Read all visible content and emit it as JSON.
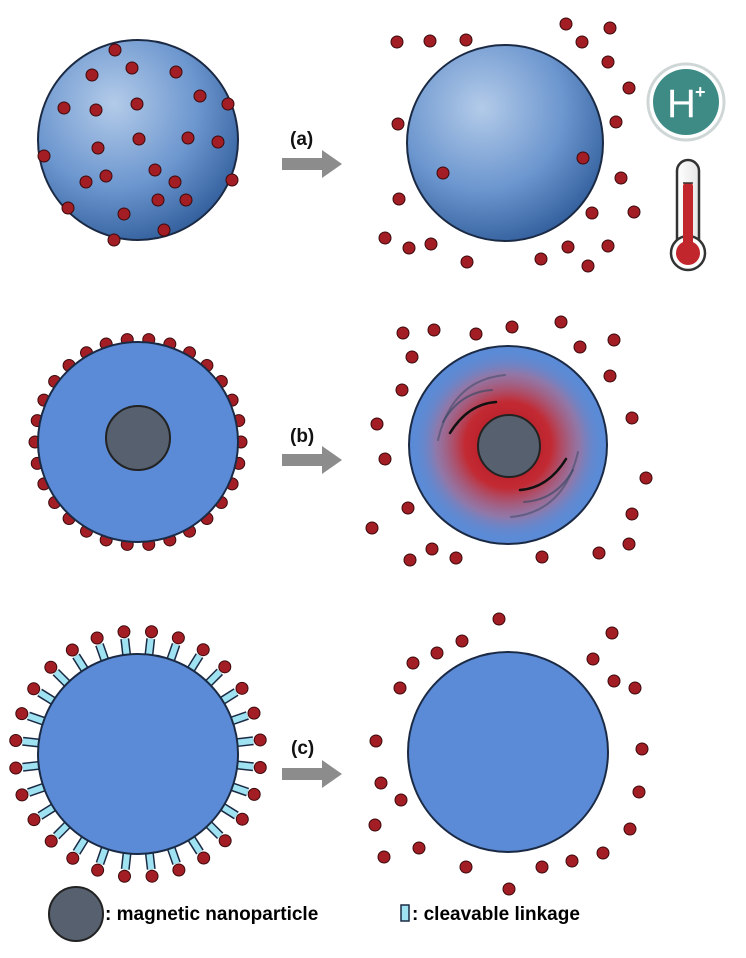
{
  "steps": [
    {
      "id": "a",
      "label": "(a)",
      "stimulus": [
        "H+ (acid/pH)",
        "temperature"
      ]
    },
    {
      "id": "b",
      "label": "(b)",
      "stimulus": [
        "magnetic field heating"
      ]
    },
    {
      "id": "c",
      "label": "(c)",
      "stimulus": [
        "linkage cleavage"
      ]
    }
  ],
  "hplus": {
    "base": "H",
    "superscript": "+"
  },
  "legend": {
    "magnetic_label": ": magnetic nanoparticle",
    "linkage_label": ": cleavable linkage"
  },
  "colors": {
    "shell": "#5b8bd6",
    "shell_gradient_light": "#a9c3e6",
    "shell_gradient_dark": "#2f5f9e",
    "drug": "#a31d24",
    "core": "#56606e",
    "linkage": "#9fe3f2",
    "arrow": "#8c8c8c",
    "hplus_circle": "#3e8b86",
    "heat": "#c0262b"
  },
  "icons": [
    "arrow-right-icon",
    "hplus-icon",
    "thermometer-icon",
    "heat-wave-icon"
  ]
}
